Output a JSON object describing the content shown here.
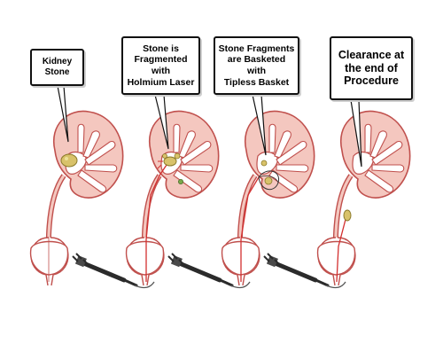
{
  "callouts": [
    "Kidney\nStone",
    "Stone is\nFragmented\nwith\nHolmium Laser",
    "Stone Fragments\nare Basketed\nwith\nTipless Basket",
    "Clearance at\nthe end of\nProcedure"
  ],
  "colors": {
    "kidney_fill": "#f4c7bf",
    "kidney_outline": "#c0504d",
    "calyx_fill": "#ffffff",
    "stone": "#d8c26a",
    "stone_outline": "#8a7a2a",
    "laser_fiber": "#d32f2f",
    "scope": "#2b2b2b",
    "ureter": "#f4c7bf"
  },
  "icons": [
    "kidney-icon",
    "bladder-icon",
    "ureteroscope-icon",
    "laser-fiber-icon",
    "stone-basket-icon"
  ]
}
